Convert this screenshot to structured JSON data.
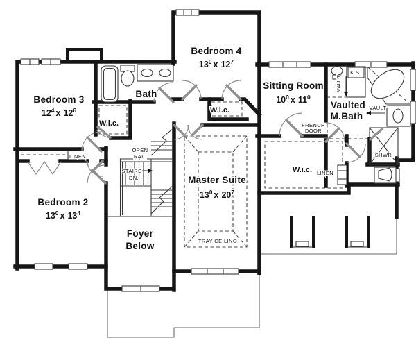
{
  "colors": {
    "wall": "#161616",
    "thin_line": "#3a3a3a",
    "door_swing": "#8f8f8f",
    "dashed_line": "#4a4a4a",
    "background": "#ffffff"
  },
  "rooms": {
    "bedroom3": {
      "name": "Bedroom 3",
      "w": "12",
      "ws": "4",
      "sep": "x",
      "h": "12",
      "hs": "6"
    },
    "bedroom4": {
      "name": "Bedroom 4",
      "w": "13",
      "ws": "0",
      "sep": "x",
      "h": "12",
      "hs": "7"
    },
    "sitting": {
      "name": "Sitting Room",
      "w": "10",
      "ws": "0",
      "sep": "x",
      "h": "11",
      "hs": "0"
    },
    "bedroom2": {
      "name": "Bedroom 2",
      "w": "13",
      "ws": "0",
      "sep": "x",
      "h": "13",
      "hs": "4"
    },
    "master": {
      "name": "Master Suite",
      "w": "13",
      "ws": "0",
      "sep": "x",
      "h": "20",
      "hs": "7"
    },
    "mbath": {
      "line1": "Vaulted",
      "line2": "M.Bath"
    },
    "foyer": {
      "line1": "Foyer",
      "line2": "Below"
    },
    "bath": {
      "name": "Bath"
    }
  },
  "labels": {
    "wic": "W.i.c.",
    "tray_ceiling": "TRAY CEILING",
    "open_rail_line1": "OPEN",
    "open_rail_line2": "RAIL",
    "stairs": "STAIRS",
    "down": "DN.",
    "linen": "LINEN",
    "french_line1": "FRENCH",
    "french_line2": "DOOR",
    "vault": "VAULT",
    "knee_space": "K.S.",
    "shower": "SHWR"
  }
}
